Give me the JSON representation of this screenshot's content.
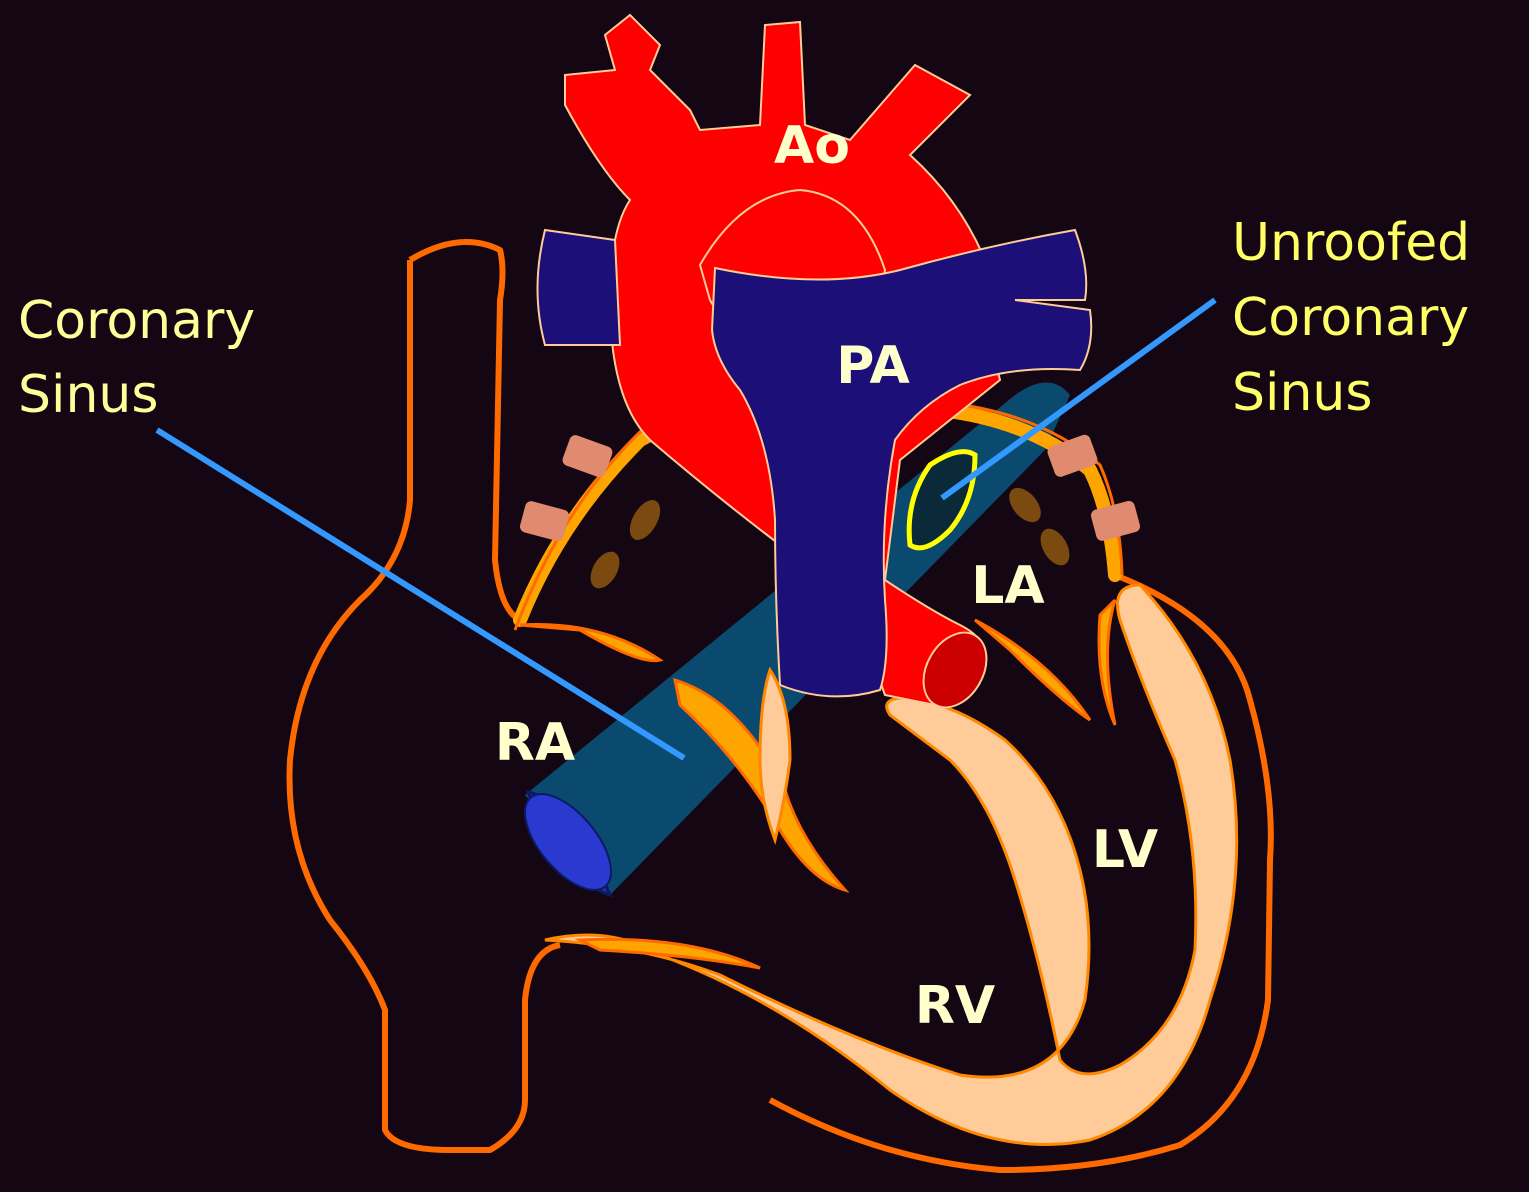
{
  "colors": {
    "background": "#140612",
    "aorta": "#ff0000",
    "pulmonary_artery": "#1c1078",
    "heart_outline": "#ff6a00",
    "wall": "#ffcc99",
    "vessel_wall": "#ffa500",
    "coronary_sinus": "#0a4a6e",
    "pulmonary_vein": "#e08a70",
    "vein_opening": "#7a4a10",
    "highlight_outline": "#ffff00",
    "pointer_line": "#3399ff",
    "side_label_color": "#ffff99",
    "chamber_label_color": "#ffffcc",
    "aorta_label_color": "#ffffcc"
  },
  "labels": {
    "ao": "Ao",
    "pa": "PA",
    "la": "LA",
    "ra": "RA",
    "lv": "LV",
    "rv": "RV",
    "coronary_sinus": [
      "Coronary",
      "Sinus"
    ],
    "unroofed_coronary_sinus": [
      "Unroofed",
      "Coronary",
      "Sinus"
    ]
  }
}
